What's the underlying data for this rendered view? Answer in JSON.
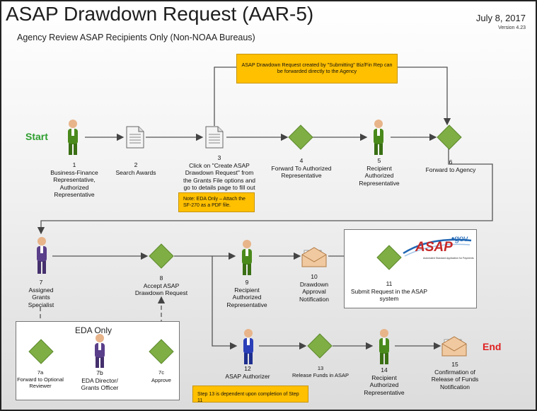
{
  "header": {
    "title": "ASAP Drawdown Request (AAR-5)",
    "subtitle": "Agency Review ASAP Recipients Only (Non-NOAA Bureaus)",
    "date": "July 8, 2017",
    "version": "Version 4.23"
  },
  "start_label": "Start",
  "end_label": "End",
  "notes": {
    "top": "ASAP Drawdown Request created by \"Submitting\" Biz/Fin Rep can be forwarded directly to the Agency",
    "eda": "Note: EDA Only – Attach the SF-270 as a PDF file.",
    "step13": "Step 13 is dependent upon completion of Step 11"
  },
  "eda_title": "EDA Only",
  "asap_logo": {
    "text": "ASAP",
    "gov": "•gov",
    "tagline": "Automated Standard Application for Payments"
  },
  "steps": {
    "s1": {
      "num": "1",
      "label": "Business-Finance Representative, Authorized Representative"
    },
    "s2": {
      "num": "2",
      "label": "Search Awards"
    },
    "s3": {
      "num": "3",
      "label": "Click on \"Create ASAP Drawdown Request\" from the Grants File options and go to details page to fill out form"
    },
    "s4": {
      "num": "4",
      "label": "Forward To Authorized Representative"
    },
    "s5": {
      "num": "5",
      "label": "Recipient Authorized Representative"
    },
    "s6": {
      "num": "6",
      "label": "Forward to Agency"
    },
    "s7": {
      "num": "7",
      "label": "Assigned Grants Specialist"
    },
    "s8": {
      "num": "8",
      "label": "Accept ASAP Drawdown Request"
    },
    "s9": {
      "num": "9",
      "label": "Recipient Authorized Representative"
    },
    "s10": {
      "num": "10",
      "label": "Drawdown Approval Notification"
    },
    "s11": {
      "num": "11",
      "label": "Submit Request in the ASAP system"
    },
    "s12": {
      "num": "12",
      "label": "ASAP Authorizer"
    },
    "s13": {
      "num": "13",
      "label": "Release Funds in ASAP"
    },
    "s14": {
      "num": "14",
      "label": "Recipient Authorized Representative"
    },
    "s15": {
      "num": "15",
      "label": "Confirmation of Release of Funds Notification"
    },
    "s7a": {
      "num": "7a",
      "label": "Forward to Optional Reviewer"
    },
    "s7b": {
      "num": "7b",
      "label": "EDA Director/ Grants Officer"
    },
    "s7c": {
      "num": "7c",
      "label": "Approve"
    }
  },
  "colors": {
    "green_person": "#4a8a1c",
    "blue_person": "#2b3fb8",
    "purple_person": "#5a3f8a",
    "diamond": "#7fae45",
    "note": "#ffc000",
    "start": "#2e9e2e",
    "end": "#e02020"
  }
}
